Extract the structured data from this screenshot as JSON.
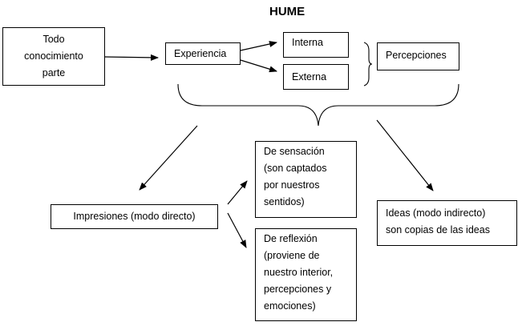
{
  "title": "HUME",
  "nodes": {
    "todo": "Todo conocimiento parte",
    "todo_lines": [
      "Todo",
      "conocimiento",
      "parte"
    ],
    "experiencia": "Experiencia",
    "interna": "Interna",
    "externa": "Externa",
    "percepciones": "Percepciones",
    "impresiones": "Impresiones (modo directo)",
    "sensacion_lines": [
      "De sensación",
      "(son captados",
      "por nuestros",
      "sentidos)"
    ],
    "reflexion_lines": [
      "De reflexión",
      "(proviene de",
      "nuestro interior,",
      "percepciones y",
      "emociones)"
    ],
    "ideas_lines": [
      "Ideas (modo indirecto)",
      "son copias de las ideas"
    ]
  }
}
